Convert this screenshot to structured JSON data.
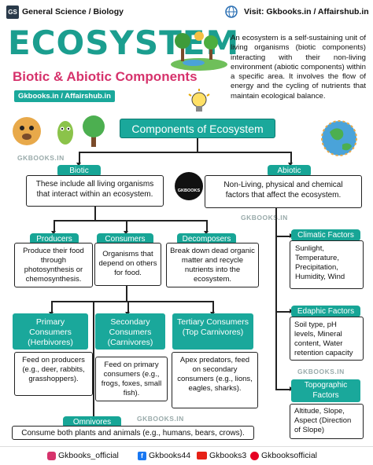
{
  "header": {
    "logo_text": "GS",
    "subject": "General Science / Biology",
    "visit": "Visit: Gkbooks.in / Affairshub.in"
  },
  "title": {
    "main": "ECOSYSTEM",
    "sub": "Biotic & Abiotic Components",
    "site_tag": "Gkbooks.in / Affairshub.in"
  },
  "intro": "An ecosystem is a self-sustaining unit of living organisms (biotic components) interacting with their non-living environment (abiotic components) within a specific area. It involves the flow of energy and the cycling of nutrients that maintain ecological balance.",
  "components_title": "Components of Ecosystem",
  "watermark": "GKBOOKS.IN",
  "biotic": {
    "label": "Biotic",
    "text": "These include all living organisms that interact within an ecosystem."
  },
  "abiotic": {
    "label": "Abiotic",
    "text": "Non-Living, physical and chemical factors that affect the ecosystem."
  },
  "center_logo": "GKBOOKS",
  "producers": {
    "label": "Producers",
    "text": "Produce their food through photosynthesis or chemosynthesis."
  },
  "consumers": {
    "label": "Consumers",
    "text": "Organisms that depend on others for food."
  },
  "decomposers": {
    "label": "Decomposers",
    "text": "Break down dead organic matter and recycle nutrients into the ecosystem."
  },
  "primary": {
    "label": "Primary Consumers (Herbivores)",
    "text": "Feed on producers (e.g., deer, rabbits, grasshoppers)."
  },
  "secondary": {
    "label": "Secondary Consumers (Carnivores)",
    "text": "Feed on primary consumers (e.g., frogs, foxes, small fish)."
  },
  "tertiary": {
    "label": "Tertiary Consumers (Top Carnivores)",
    "text": "Apex predators, feed on secondary consumers (e.g., lions, eagles, sharks)."
  },
  "omnivores": {
    "label": "Omnivores",
    "text": "Consume both plants and animals (e.g., humans, bears, crows)."
  },
  "climatic": {
    "label": "Climatic Factors",
    "items": [
      "Sunlight,",
      "Temperature,",
      "Precipitation,",
      "Humidity, Wind"
    ]
  },
  "edaphic": {
    "label": "Edaphic Factors",
    "text": "Soil type, pH levels, Mineral content, Water retention capacity"
  },
  "topographic": {
    "label": "Topographic Factors",
    "text": "Altitude, Slope, Aspect (Direction of Slope)"
  },
  "footer": {
    "instagram": "Gkbooks_official",
    "facebook": "Gkbooks44",
    "youtube": "Gkbooks3",
    "pinterest": "Gkbooksofficial"
  },
  "colors": {
    "teal": "#1aa89b",
    "title_green": "#1b9e8f",
    "sub_pink": "#d6336c"
  }
}
